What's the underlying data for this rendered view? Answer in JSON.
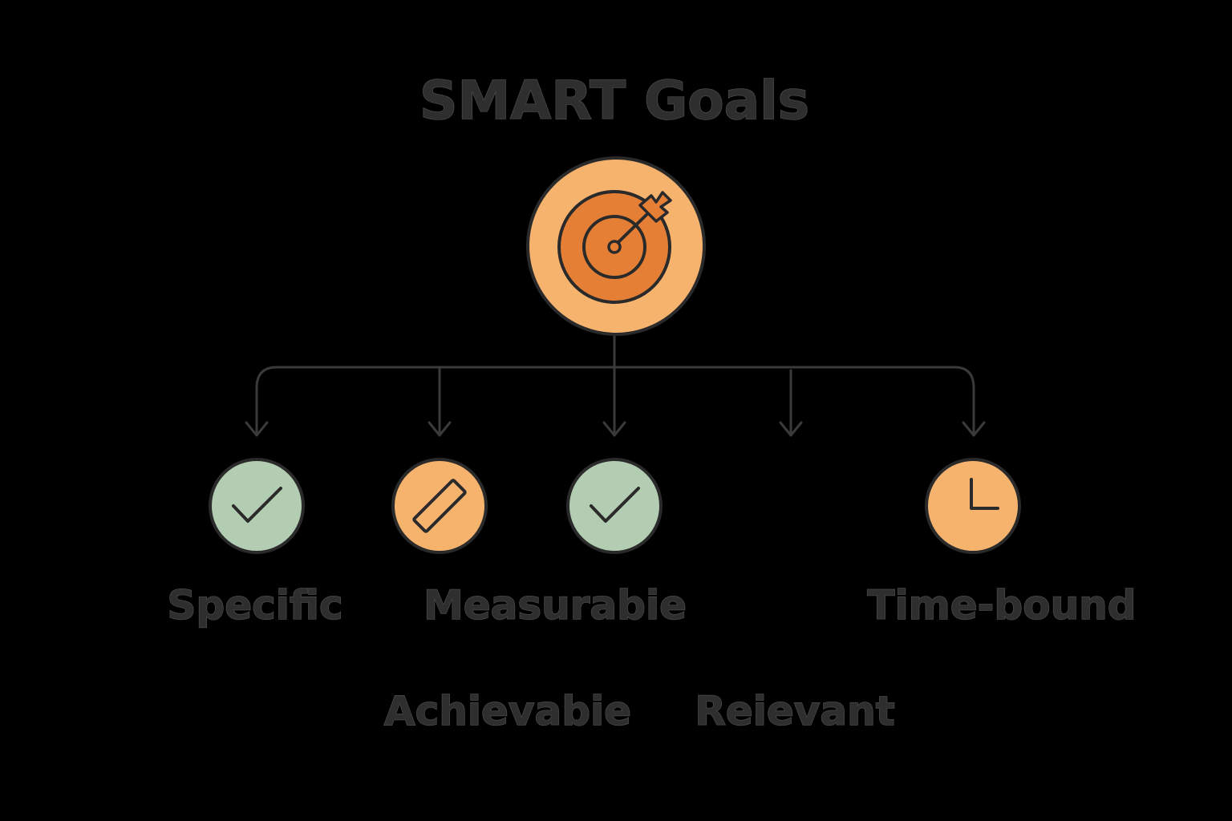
{
  "title": "SMART Goals",
  "colors": {
    "background": "#000000",
    "line": "#3a3a3a",
    "text": "#2e2e2e",
    "orange_light": "#f6b36e",
    "orange_dark": "#e47f35",
    "green": "#b3cdb3"
  },
  "central_node": {
    "icon": "target-with-arrow-icon"
  },
  "items": [
    {
      "label": "Specific",
      "icon": "checkmark-icon"
    },
    {
      "label": "Measurabie",
      "icon": "ruler-icon"
    },
    {
      "label": "Achievabie",
      "icon": "checkmark-icon"
    },
    {
      "label": "Reievant",
      "icon": "none"
    },
    {
      "label": "Time-bound",
      "icon": "clock-icon"
    }
  ]
}
